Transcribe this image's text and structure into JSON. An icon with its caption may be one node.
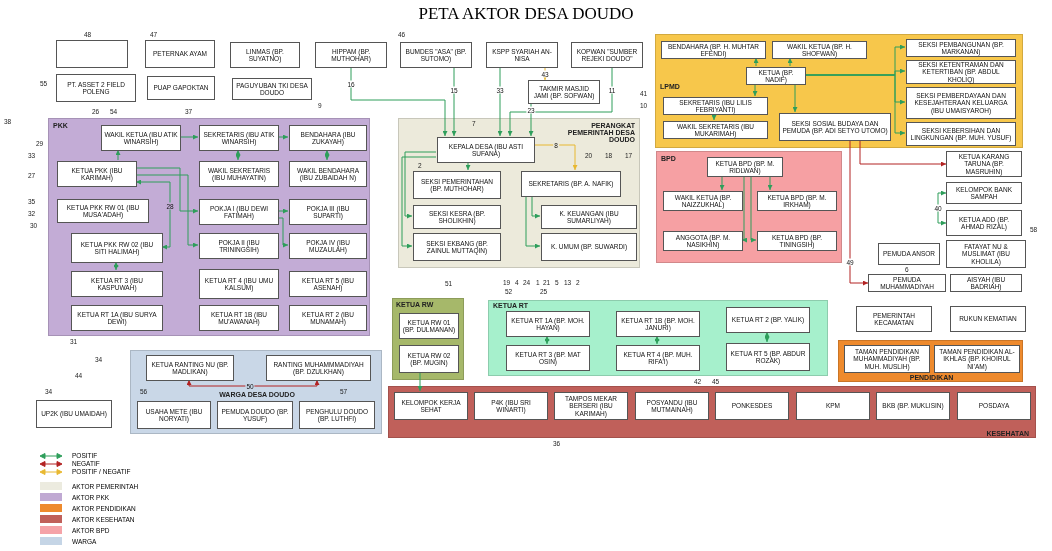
{
  "diagram": {
    "title": "PETA AKTOR DESA DOUDO",
    "nodes": [
      {
        "text": [
          "PKK"
        ]
      },
      {
        "text": [
          "WAKIL KETUA (IBU ATIK WINARSIH)"
        ],
        "in": 0
      },
      {
        "text": [
          "SEKRETARIS (IBU ATIK WINARSIH)"
        ],
        "in": 0
      },
      {
        "text": [
          "BENDAHARA (IBU ZUKAYAH)"
        ],
        "in": 0
      },
      {
        "text": [
          "KETUA PKK (IBU KARIMAH)"
        ],
        "in": 0
      },
      {
        "text": [
          "WAKIL SEKRETARIS (IBU MUHAYATIN)"
        ],
        "in": 0
      },
      {
        "text": [
          "WAKIL BENDAHARA (IBU ZUBAIDAH N)"
        ],
        "in": 0
      },
      {
        "text": [
          "KETUA PKK RW 01 (IBU MUSA'ADAH)"
        ],
        "in": 0
      },
      {
        "text": [
          "POKJA I (IBU DEWI FATIMAH)"
        ],
        "in": 0
      },
      {
        "text": [
          "POKJA III (IBU SUPARTI)"
        ],
        "in": 0
      },
      {
        "text": [
          "KETUA PKK RW 02 (IBU SITI HALIMAH)"
        ],
        "in": 0
      },
      {
        "text": [
          "POKJA II (IBU TRININGSIH)"
        ],
        "in": 0
      },
      {
        "text": [
          "POKJA IV (IBU MUZAULAH)"
        ],
        "in": 0
      },
      {
        "text": [
          "KETUA RT 3 (IBU KASPUWAH)"
        ],
        "in": 0
      },
      {
        "text": [
          "KETUA RT 4 (IBU UMU KALSUM)"
        ],
        "in": 0
      },
      {
        "text": [
          "KETUA RT 5 (IBU ASENAH)"
        ],
        "in": 0
      },
      {
        "text": [
          "KETUA RT 1A (IBU SURYA DEWI)"
        ],
        "in": 0
      },
      {
        "text": [
          "KETUA RT 1B (IBU MU'AWANAH)"
        ],
        "in": 0
      },
      {
        "text": [
          "KETUA RT 2 (IBU MUNAMAH)"
        ],
        "in": 0
      },
      {
        "text": [
          "PERANGKAT PEMERINTAH DESA DOUDO"
        ]
      },
      {
        "text": [
          "KEPALA DESA (IBU ASTI SUFANA)"
        ],
        "in": 19
      },
      {
        "text": [
          "SEKSI PEMERINTAHAN (BP. MUTHOHAR)"
        ],
        "in": 19
      },
      {
        "text": [
          "SEKRETARIS (BP. A. NAFIK)"
        ],
        "in": 19
      },
      {
        "text": [
          "SEKSI KESRA (BP. SHOLIKHIN)"
        ],
        "in": 19
      },
      {
        "text": [
          "K. KEUANGAN (IBU SUMARLIYAH)"
        ],
        "in": 19
      },
      {
        "text": [
          "SEKSI EKBANG (BP. ZAINUL MUTTAQIN)"
        ],
        "in": 19
      },
      {
        "text": [
          "K. UMUM (BP. SUWARDI)"
        ],
        "in": 19
      },
      {
        "text": [
          "LPMD"
        ]
      },
      {
        "text": [
          "BENDAHARA (BP. H. MUHTAR EFENDI)"
        ],
        "in": 27
      },
      {
        "text": [
          "WAKIL KETUA (BP. H. SHOFWAN)"
        ],
        "in": 27
      },
      {
        "text": [
          "KETUA (BP. NADIF)"
        ],
        "in": 27
      },
      {
        "text": [
          "SEKRETARIS (IBU LILIS FEBRIYANTI)"
        ],
        "in": 27
      },
      {
        "text": [
          "WAKIL SEKRETARIS (IBU MUKARIMAH)"
        ],
        "in": 27
      },
      {
        "text": [
          "SEKSI SOSIAL BUDAYA DAN PEMUDA (BP. ADI SETYO UTOMO)"
        ],
        "in": 27
      },
      {
        "text": [
          "SEKSI PEMBANGUNAN (BP. MARKANAN)"
        ],
        "in": 27
      },
      {
        "text": [
          "SEKSI KETENTRAMAN DAN KETERTIBAN (BP. ABDUL KHOLIQ)"
        ],
        "in": 27
      },
      {
        "text": [
          "SEKSI PEMBERDAYAAN DAN KESEJAHTERAAN KELUARGA (IBU UMAISYAROH)"
        ],
        "in": 27
      },
      {
        "text": [
          "SEKSI KEBERSIHAN DAN LINGKUNGAN (BP. MUH. YUSUF)"
        ],
        "in": 27
      },
      {
        "text": [
          "BPD"
        ]
      },
      {
        "text": [
          "KETUA BPD (BP. M. RIDLWAN)"
        ],
        "in": 38
      },
      {
        "text": [
          "WAKIL KETUA (BP. NAIZZUKHAL)"
        ],
        "in": 38
      },
      {
        "text": [
          "KETUA BPD (BP. M. IRKHAM)"
        ],
        "in": 38
      },
      {
        "text": [
          "ANGGOTA (BP. M. NASIKHIN)"
        ],
        "in": 38
      },
      {
        "text": [
          "KETUA BPD (BP. TININGSIH)"
        ],
        "in": 38
      },
      {
        "text": [
          "KETUA RW"
        ]
      },
      {
        "text": [
          "KETUA RW 01 (BP. DULMANAN)"
        ],
        "in": 44
      },
      {
        "text": [
          "KETUA RW 02 (BP. MUGIN)"
        ],
        "in": 44
      },
      {
        "text": [
          "KETUA RT"
        ]
      },
      {
        "text": [
          "KETUA RT 1A (BP. MOH. HAYAN)"
        ],
        "in": 47
      },
      {
        "text": [
          "KETUA RT 1B (BP. MOH. JANURI)"
        ],
        "in": 47
      },
      {
        "text": [
          "KETUA RT 2 (BP. YALIK)"
        ],
        "in": 47
      },
      {
        "text": [
          "KETUA RT 3 (BP. MAT OSIN)"
        ],
        "in": 47
      },
      {
        "text": [
          "KETUA RT 4 (BP. MUH. RIFA'I)"
        ],
        "in": 47
      },
      {
        "text": [
          "KETUA RT 5 (BP. ABDUR ROZAK)"
        ],
        "in": 47
      },
      {
        "text": [
          "WARGA DESA DOUDO"
        ]
      },
      {
        "text": [
          "KETUA RANTING NU (BP. MADLIKAN)"
        ],
        "in": 54
      },
      {
        "text": [
          "RANTING MUHAMMMADIYAH (BP. DZULKHAN)"
        ],
        "in": 54
      },
      {
        "text": [
          "USAHA METE (IBU NORYATI)"
        ],
        "in": 54
      },
      {
        "text": [
          "PEMUDA DOUDO (BP. YUSUF)"
        ],
        "in": 54
      },
      {
        "text": [
          "PENGHULU DOUDO (BP. LUTHFI)"
        ],
        "in": 54
      },
      {
        "text": [
          "KESEHATAN"
        ]
      },
      {
        "text": [
          "KELOMPOK KERJA SEHAT"
        ],
        "in": 60
      },
      {
        "text": [
          "P4K (IBU SRI WINARTI)"
        ],
        "in": 60
      },
      {
        "text": [
          "TAMPOS MEKAR BERSERI (IBU KARIMAH)"
        ],
        "in": 60
      },
      {
        "text": [
          "POSYANDU (IBU MUTMAINAH)"
        ],
        "in": 60
      },
      {
        "text": [
          "PONKESDES"
        ],
        "in": 60
      },
      {
        "text": [
          "KPM"
        ],
        "in": 60
      },
      {
        "text": [
          "BKB (BP. MUKLISIN)"
        ],
        "in": 60
      },
      {
        "text": [
          "POSDAYA"
        ],
        "in": 60
      },
      {
        "text": [
          "PENDIDIKAN"
        ]
      },
      {
        "text": [
          "TAMAN PENDIDIKAN MUHAMMADIYAH (BP. MUH. MUSLIH)"
        ],
        "in": 69
      },
      {
        "text": [
          "TAMAN PENDIDIKAN AL-IKHLAS (BP. KHOIRUL NI'AM)"
        ],
        "in": 69
      },
      {
        "text": [],
        "shape": "box"
      },
      {
        "text": [
          "PETERNAK AYAM"
        ]
      },
      {
        "text": [
          "LINMAS (BP. SUYATNO)"
        ]
      },
      {
        "text": [
          "HIPPAM (BP. MUTHOHAR)"
        ]
      },
      {
        "text": [
          "BUMDES \"ASA\" (BP. SUTOMO)"
        ]
      },
      {
        "text": [
          "KSPP SYARIAH AN-NISA"
        ]
      },
      {
        "text": [
          "KOPWAN \"SUMBER REJEKI DOUDO\""
        ]
      },
      {
        "text": [
          "PT. ASSET 2 FIELD POLENG"
        ]
      },
      {
        "text": [
          "PUAP GAPOKTAN"
        ]
      },
      {
        "text": [
          "PAGUYUBAN TKI DESA DOUDO"
        ]
      },
      {
        "text": [
          "TAKMIR MASJID JAMI (BP. SOFWAN)"
        ]
      },
      {
        "text": [
          "KETUA KARANG TARUNA (BP. MASRUHIN)"
        ]
      },
      {
        "text": [
          "KELOMPOK BANK SAMPAH"
        ]
      },
      {
        "text": [
          "KETUA ADD (BP. AHMAD RIZAL)"
        ]
      },
      {
        "text": [
          "PEMUDA ANSOR"
        ]
      },
      {
        "text": [
          "FATAYAT NU & MUSLIMAT (IBU KHOLILA)"
        ]
      },
      {
        "text": [
          "PEMUDA MUHAMMADIYAH"
        ]
      },
      {
        "text": [
          "AISYAH (IBU BADRIAH)"
        ]
      },
      {
        "text": [
          "PEMERINTAH KECAMATAN"
        ]
      },
      {
        "text": [
          "RUKUN KEMATIAN"
        ]
      },
      {
        "text": [
          "UP2K (IBU UMAIDAH)"
        ]
      }
    ],
    "edges": [
      {
        "from": 4,
        "to": 1,
        "arrow": "to"
      },
      {
        "from": 1,
        "to": 2,
        "arrow": "to"
      },
      {
        "from": 2,
        "to": 3,
        "arrow": "to"
      },
      {
        "from": 2,
        "to": 5,
        "arrow": "both"
      },
      {
        "from": 3,
        "to": 6,
        "arrow": "both"
      },
      {
        "from": 4,
        "to": 10,
        "arrow": "both",
        "label": "28"
      },
      {
        "from": 4,
        "to": 8,
        "arrow": "to"
      },
      {
        "from": 4,
        "to": 11,
        "arrow": "to"
      },
      {
        "from": 8,
        "to": 9,
        "arrow": "to"
      },
      {
        "from": 8,
        "to": 12,
        "arrow": "to"
      },
      {
        "from": 10,
        "to": 13,
        "arrow": "both"
      },
      {
        "from": 20,
        "to": 21,
        "arrow": "to"
      },
      {
        "from": 20,
        "to": 23,
        "arrow": "to"
      },
      {
        "from": 20,
        "to": 25,
        "arrow": "to"
      },
      {
        "from": 20,
        "to": 22,
        "arrow": "to",
        "label": "8",
        "color": "#e8b830"
      },
      {
        "from": 22,
        "to": 24,
        "arrow": "to"
      },
      {
        "from": 22,
        "to": 26,
        "arrow": "to"
      },
      {
        "from": 30,
        "to": 28,
        "arrow": "to"
      },
      {
        "from": 30,
        "to": 29,
        "arrow": "to"
      },
      {
        "from": 30,
        "to": 31,
        "arrow": "to"
      },
      {
        "from": 31,
        "to": 32,
        "arrow": "to"
      },
      {
        "from": 30,
        "to": 33,
        "arrow": "to"
      },
      {
        "from": 30,
        "to": 34,
        "arrow": "to"
      },
      {
        "from": 30,
        "to": 35,
        "arrow": "to"
      },
      {
        "from": 30,
        "to": 36,
        "arrow": "to"
      },
      {
        "from": 30,
        "to": 37,
        "arrow": "to"
      },
      {
        "from": 39,
        "to": 40,
        "arrow": "to"
      },
      {
        "from": 39,
        "to": 41,
        "arrow": "to"
      },
      {
        "from": 39,
        "to": 42,
        "arrow": "to"
      },
      {
        "from": 39,
        "to": 43,
        "arrow": "to"
      },
      {
        "from": 48,
        "to": 51,
        "arrow": "both"
      },
      {
        "from": 49,
        "to": 52,
        "arrow": "both"
      },
      {
        "from": 50,
        "to": 53,
        "arrow": "both"
      },
      {
        "from": 55,
        "to": 56,
        "arrow": "both",
        "label": "50",
        "color": "#b22222"
      },
      {
        "from": 46,
        "to": 61,
        "arrow": "to"
      },
      {
        "from": 76,
        "to": 20,
        "arrow": "to",
        "label": "15"
      },
      {
        "from": 75,
        "to": 20,
        "arrow": "to",
        "label": "16"
      },
      {
        "from": 77,
        "to": 20,
        "arrow": "to",
        "label": "33"
      },
      {
        "from": 82,
        "to": 20,
        "arrow": "to",
        "label": "23"
      },
      {
        "from": 78,
        "to": 20,
        "arrow": "to",
        "label": "11"
      },
      {
        "from": 77,
        "to": 82,
        "arrow": "to",
        "label": "43",
        "color": "#e8b830"
      },
      {
        "from": 84,
        "to": 85,
        "arrow": "both",
        "label": "40"
      },
      {
        "from": 33,
        "to": 83,
        "arrow": "to",
        "color": "#b22222"
      },
      {
        "from": 33,
        "to": 88,
        "arrow": "to",
        "label": "49",
        "color": "#b22222"
      }
    ],
    "labels": [
      "48",
      "47",
      "46",
      "55",
      "9",
      "41",
      "10",
      "26",
      "54",
      "37",
      "38",
      "7",
      "29",
      "33",
      "2",
      "20",
      "18",
      "17",
      "27",
      "35",
      "32",
      "30",
      "51",
      "19",
      "4",
      "24",
      "1",
      "21",
      "5",
      "13",
      "2",
      "52",
      "25",
      "6",
      "58",
      "31",
      "34",
      "44",
      "34",
      "56",
      "57",
      "42",
      "45",
      "36"
    ],
    "legend": [
      {
        "text": "POSITIF"
      },
      {
        "text": "NEGATIF"
      },
      {
        "text": "POSITIF / NEGATIF"
      },
      {
        "text": "AKTOR PEMERINTAH",
        "color": "#ecebdf"
      },
      {
        "text": "AKTOR PKK",
        "color": "#c0a9d3"
      },
      {
        "text": "AKTOR PENDIDIKAN",
        "color": "#ee8a2d"
      },
      {
        "text": "AKTOR KESEHATAN",
        "color": "#c0605a"
      },
      {
        "text": "AKTOR BPD",
        "color": "#f5a3a8"
      },
      {
        "text": "WARGA",
        "color": "#c5d5e6"
      }
    ]
  }
}
